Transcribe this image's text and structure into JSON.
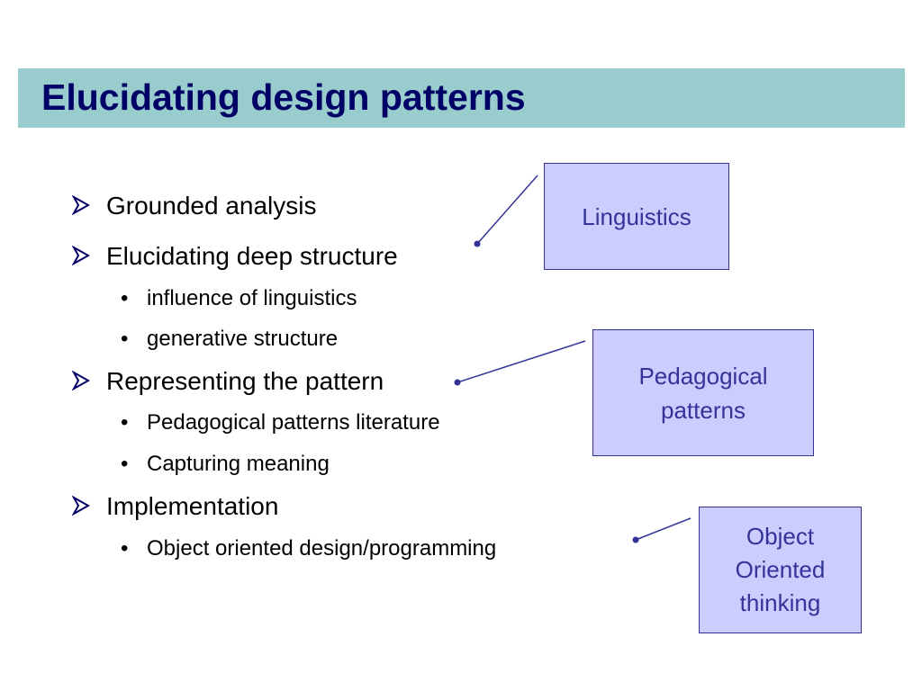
{
  "slide": {
    "title": "Elucidating design patterns",
    "bullets": [
      {
        "text": "Grounded analysis"
      },
      {
        "text": "Elucidating deep structure"
      },
      {
        "text": "influence of linguistics"
      },
      {
        "text": "generative structure"
      },
      {
        "text": "Representing the pattern"
      },
      {
        "text": "Pedagogical patterns literature"
      },
      {
        "text": "Capturing meaning"
      },
      {
        "text": "Implementation"
      },
      {
        "text": "Object oriented design/programming"
      }
    ],
    "callouts": [
      {
        "text": "Linguistics"
      },
      {
        "text": "Pedagogical\npatterns"
      },
      {
        "text": "Object\nOriented\nthinking"
      }
    ],
    "colors": {
      "title_bar": "#99cccc",
      "title_text": "#000066",
      "callout_fill": "#ccccff",
      "callout_border": "#333399",
      "bullet_marker": "#000066"
    },
    "icons": {
      "level1_marker": "arrowhead-bullet-icon",
      "level2_marker": "dot-bullet-icon"
    }
  }
}
